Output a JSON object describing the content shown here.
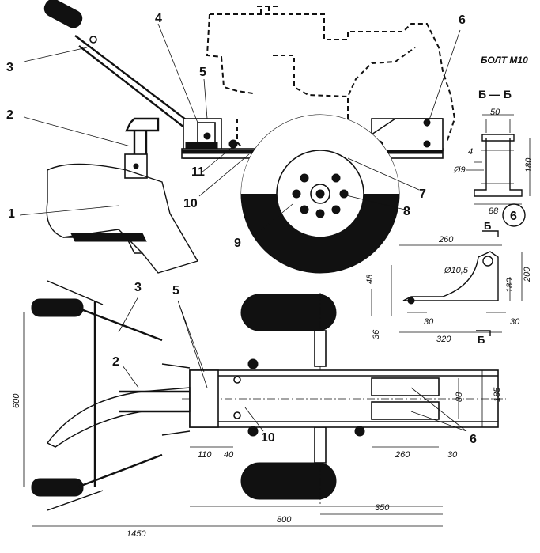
{
  "callouts": {
    "n1": "1",
    "n2": "2",
    "n3": "3",
    "n4": "4",
    "n5": "5",
    "n6": "6",
    "n7": "7",
    "n8": "8",
    "n9": "9",
    "n10": "10",
    "n11": "11",
    "plan_n2": "2",
    "plan_n3": "3",
    "plan_n5": "5",
    "plan_n6": "6",
    "plan_n10": "10"
  },
  "detail": {
    "bolt_label": "БОЛТ М10",
    "section_label": "Б — Б",
    "detail_number": "6",
    "cut_marker_top": "Б",
    "cut_marker_bottom": "Б"
  },
  "dimensions": {
    "d50": "50",
    "d4": "4",
    "d9": "Ø9",
    "d180_section": "180",
    "d88_section": "88",
    "d260_detail": "260",
    "d10_5": "Ø10,5",
    "d48": "48",
    "d36": "36",
    "d30_left": "30",
    "d30_right": "30",
    "d320": "320",
    "d180_detail": "180",
    "d200": "200",
    "d600": "600",
    "d1450": "1450",
    "d800": "800",
    "d350": "350",
    "d110": "110",
    "d40": "40",
    "d260_plan": "260",
    "d30_plan": "30",
    "d88_plan": "88",
    "d185": "185"
  }
}
